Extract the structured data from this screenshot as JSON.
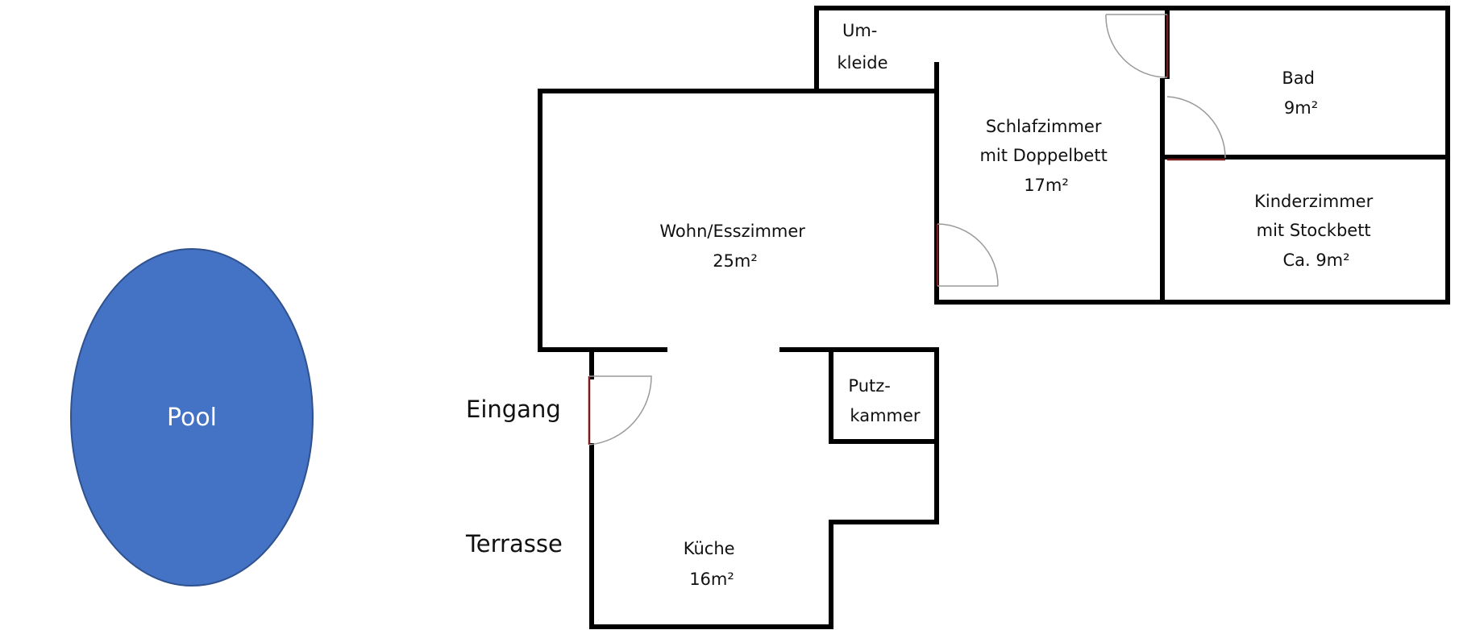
{
  "colors": {
    "pool": "#4472C4",
    "pool_border": "#2f528f",
    "walls": "#000000",
    "door_leaf": "#7a1a1a",
    "door_arc": "#9a9a9a"
  },
  "pool": {
    "label": "Pool"
  },
  "outside": {
    "entrance": "Eingang",
    "terrace": "Terrasse"
  },
  "rooms": {
    "umkleide": [
      "Um-",
      "kleide"
    ],
    "living": [
      "Wohn/Esszimmer",
      "25m²"
    ],
    "bedroom": [
      "Schlafzimmer",
      "mit Doppelbett",
      "17m²"
    ],
    "bath": [
      "Bad",
      "9m²"
    ],
    "kids": [
      "Kinderzimmer",
      "mit Stockbett",
      "Ca. 9m²"
    ],
    "pantry": [
      "Putz-",
      "kammer"
    ],
    "kitchen": [
      "Küche",
      "16m²"
    ]
  }
}
